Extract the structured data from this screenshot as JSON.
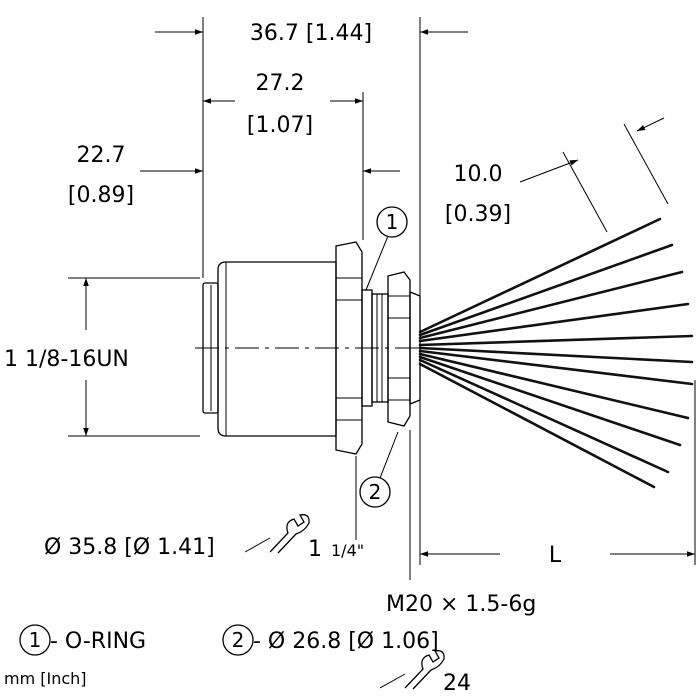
{
  "dimensions": {
    "overall_length": "36.7 [1.44]",
    "length_27_mm": "27.2",
    "length_27_in": "[1.07]",
    "length_22_mm": "22.7",
    "length_22_in": "[0.89]",
    "wire_spread_mm": "10.0",
    "wire_spread_in": "[0.39]",
    "thread": "1 1/8-16UN",
    "hex_diameter": "Ø 35.8 [Ø 1.41]",
    "hex_wrench": "1",
    "hex_wrench_fraction": "1/4\"",
    "wire_length": "L",
    "mount_thread": "M20 × 1.5-6g"
  },
  "callouts": {
    "item1_number": "1",
    "item2_number": "2"
  },
  "legend": {
    "item1_number": "1",
    "item1_text": "- O-RING",
    "item2_number": "2",
    "item2_text": "- Ø 26.8 [Ø 1.06]",
    "item2_wrench": "24",
    "units": "mm [Inch]"
  },
  "colors": {
    "body_fill": "#ffffff",
    "shading": "#9a9a9a",
    "wire": "#111111"
  }
}
